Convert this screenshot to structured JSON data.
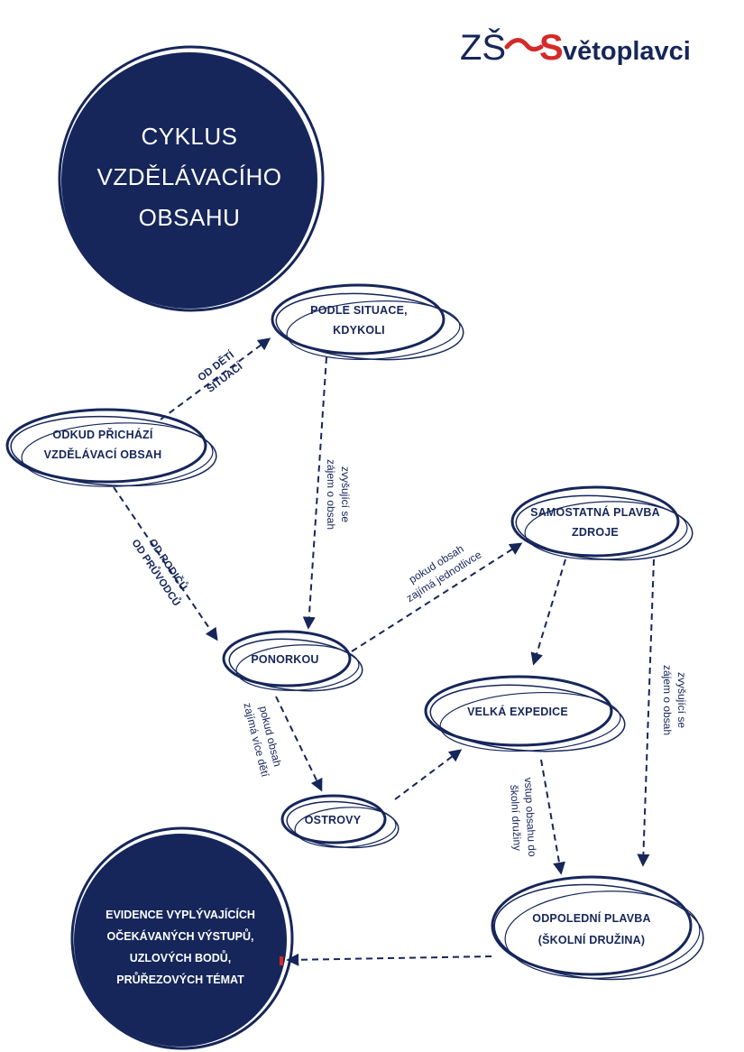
{
  "logo": {
    "zs": "ZŠ",
    "s": "S",
    "rest": "větoplavci"
  },
  "title": [
    "CYKLUS",
    "VZDĚLÁVACÍHO",
    "OBSAHU"
  ],
  "nodes": {
    "odkud": [
      "ODKUD PŘICHÁZÍ",
      "VZDĚLÁVACÍ OBSAH"
    ],
    "situace": [
      "PODLE SITUACE,",
      "KDYKOLI"
    ],
    "ponorkou": [
      "PONORKOU"
    ],
    "samostatna": [
      "SAMOSTATNÁ PLAVBA",
      "ZDROJE"
    ],
    "expedice": [
      "VELKÁ EXPEDICE"
    ],
    "ostrovy": [
      "OSTROVY"
    ],
    "odpoledni": [
      "ODPOLEDNÍ PLAVBA",
      "(ŠKOLNÍ DRUŽINA)"
    ],
    "evidence": [
      "EVIDENCE VYPLÝVAJÍCÍCH",
      "OČEKÁVANÝCH VÝSTUPŮ,",
      "UZLOVÝCH BODŮ,",
      "PRŮŘEZOVÝCH TÉMAT"
    ]
  },
  "edge_labels": {
    "od_deti": [
      "OD DĚTÍ",
      "SITUACÍ"
    ],
    "od_rodicu": [
      "OD RODIČŮ",
      "OD PRŮVODCŮ"
    ],
    "zvysujici_1": [
      "zvyšující se",
      "zájem o obsah"
    ],
    "pokud_jednotlivce": [
      "pokud obsah",
      "zajímá jednotlivce"
    ],
    "pokud_vice": [
      "pokud obsah",
      "zajímá více dětí"
    ],
    "vstup": [
      "vstup obsahu do",
      "školní družiny"
    ],
    "zvysujici_2": [
      "zvyšující se",
      "zájem o obsah"
    ]
  },
  "colors": {
    "navy": "#16265a",
    "accent_red": "#d42a2a",
    "background": "#ffffff"
  }
}
